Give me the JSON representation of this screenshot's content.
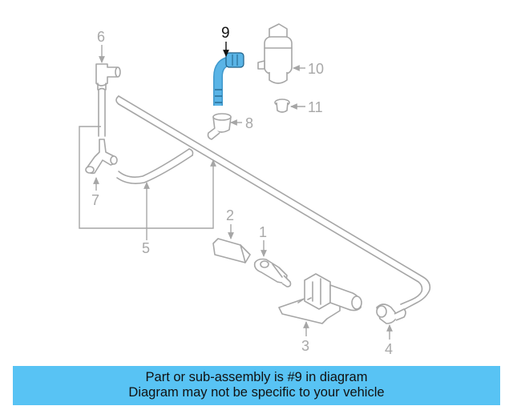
{
  "callouts": {
    "c1": "1",
    "c2": "2",
    "c3": "3",
    "c4": "4",
    "c5": "5",
    "c6": "6",
    "c7": "7",
    "c8": "8",
    "c9": "9",
    "c10": "10",
    "c11": "11"
  },
  "highlight_color": "#5ab4e6",
  "banner": {
    "color": "#58c3f4",
    "line1": "Part or sub-assembly is #9 in diagram",
    "line2": "Diagram may not be specific to your vehicle"
  }
}
